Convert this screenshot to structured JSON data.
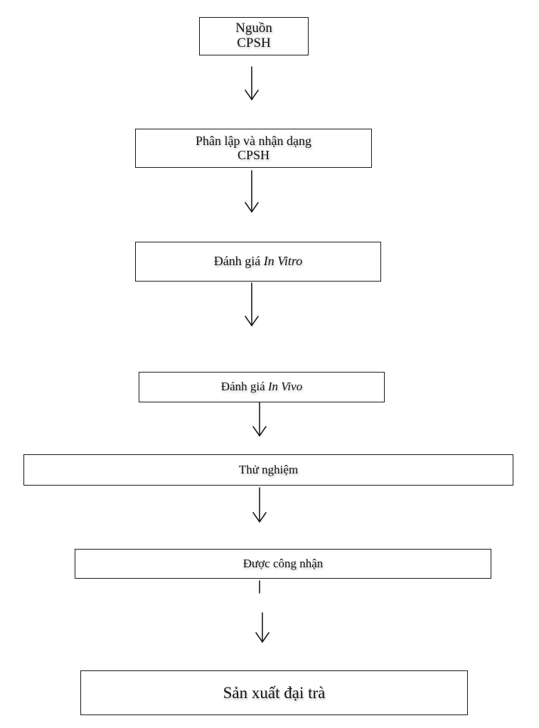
{
  "steps": [
    {
      "line1": "Nguồn",
      "line2": "CPSH"
    },
    {
      "line1": "Phân lập và nhận dạng",
      "line2": "CPSH"
    },
    {
      "prefix": "Đánh giá ",
      "italic": "In Vitro"
    },
    {
      "prefix": "Đánh giá ",
      "italic": "In Vivo"
    },
    {
      "label": "Thử nghiệm"
    },
    {
      "label": "Được công nhận"
    },
    {
      "label": "Sản xuất đại trà"
    }
  ]
}
